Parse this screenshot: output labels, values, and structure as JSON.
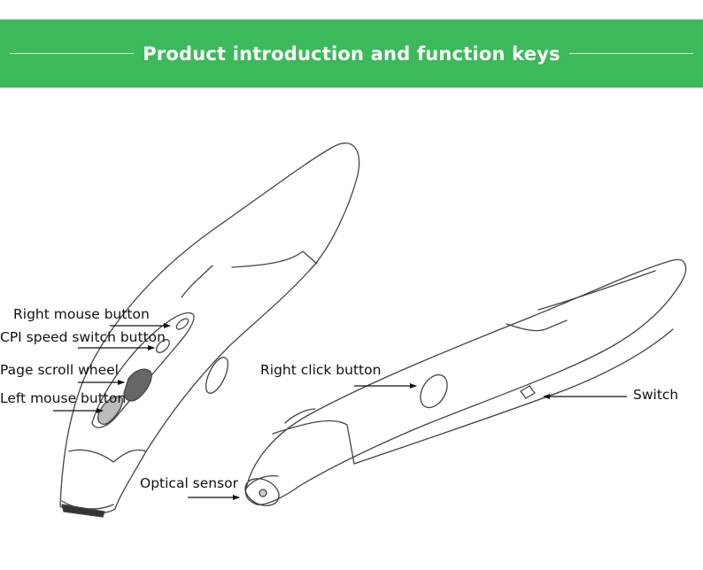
{
  "header": {
    "title": "Product introduction and function keys",
    "background_color": "#3cb95a"
  },
  "labels": {
    "right_mouse_button": "Right mouse button",
    "cpi_speed_switch_button": "CPI speed switch button",
    "page_scroll_wheel": "Page scroll wheel",
    "left_mouse_button": "Left mouse button",
    "right_click_button": "Right click button",
    "switch": "Switch",
    "optical_sensor": "Optical sensor"
  }
}
